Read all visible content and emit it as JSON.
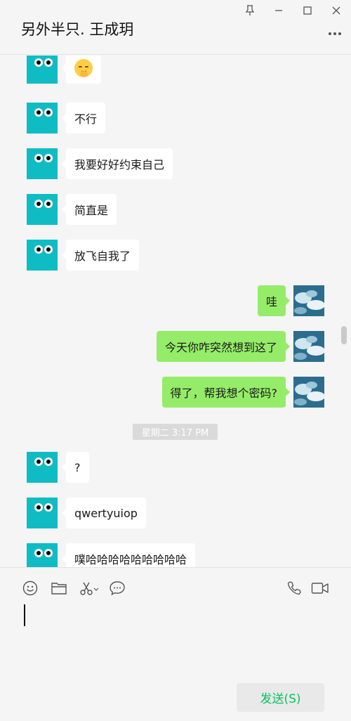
{
  "header": {
    "title": "另外半只. 王成玥"
  },
  "messages": [
    {
      "side": "left",
      "type": "emoji",
      "emoji": "face-with-hand-over-mouth"
    },
    {
      "side": "left",
      "text": "不行"
    },
    {
      "side": "left",
      "text": "我要好好约束自己"
    },
    {
      "side": "left",
      "text": "简直是"
    },
    {
      "side": "left",
      "text": "放飞自我了"
    },
    {
      "side": "right",
      "text": "哇"
    },
    {
      "side": "right",
      "text": "今天你咋突然想到这了"
    },
    {
      "side": "right",
      "text": "得了，帮我想个密码?"
    },
    {
      "side": "left",
      "text": "?"
    },
    {
      "side": "left",
      "text": "qwertyuiop"
    },
    {
      "side": "left",
      "text": "噗哈哈哈哈哈哈哈哈哈"
    }
  ],
  "timestamp": "星期二 3:17 PM",
  "composer": {
    "send_label": "发送(S)",
    "tools": [
      "emoji-icon",
      "folder-icon",
      "scissors-icon",
      "chat-bubble-icon",
      "phone-icon",
      "video-call-icon"
    ]
  },
  "colors": {
    "my_bubble": "#95ec69",
    "their_bubble": "#ffffff",
    "avatar": "#10bcc4",
    "send_text": "#07c160"
  }
}
